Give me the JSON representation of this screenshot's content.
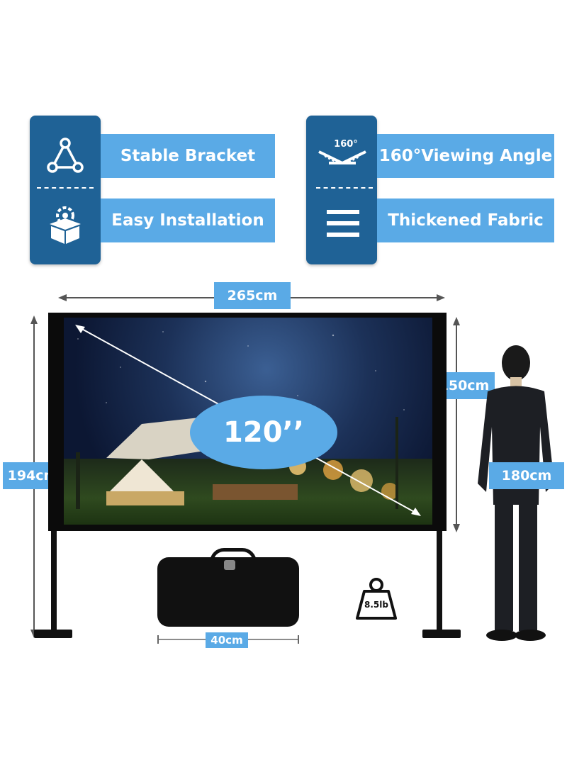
{
  "features": {
    "left": [
      {
        "icon": "triangle-icon",
        "label": "Stable Bracket"
      },
      {
        "icon": "gear-box-icon",
        "label": "Easy Installation"
      }
    ],
    "right": [
      {
        "icon": "viewing-angle-icon",
        "icon_text": "160°",
        "label": "160°Viewing Angle"
      },
      {
        "icon": "fabric-layers-icon",
        "label": "Thickened Fabric"
      }
    ]
  },
  "dimensions": {
    "width": "265cm",
    "total_height": "194cm",
    "screen_height": "150cm",
    "person_height": "180cm",
    "bag_length": "40cm",
    "weight": "8.5lb",
    "diagonal": "120’’"
  },
  "colors": {
    "card_dark": "#1f6296",
    "label_light": "#5aaae6",
    "frame": "#0b0b0b"
  }
}
